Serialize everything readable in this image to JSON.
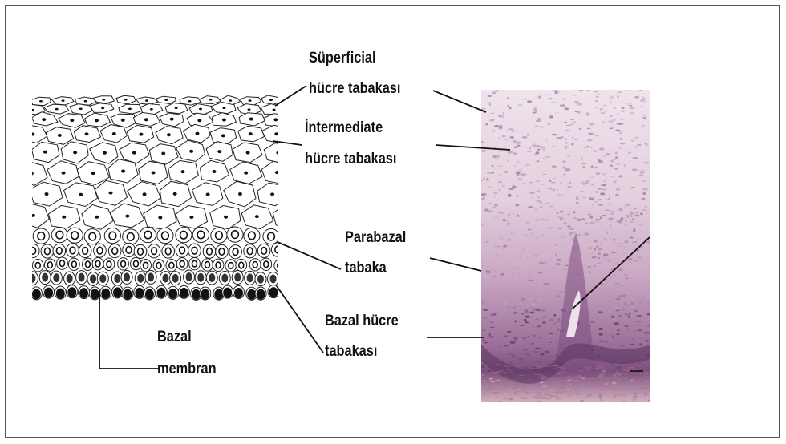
{
  "labels": {
    "superficial_line1": "Süperficial",
    "superficial_line2": "hücre tabakası",
    "intermediate_line1": "İntermediate",
    "intermediate_line2": "hücre tabakası",
    "parabazal_line1": "Parabazal",
    "parabazal_line2": "tabaka",
    "bazal_cell_line1": "Bazal hücre",
    "bazal_cell_line2": "tabakası",
    "bazal_membrane_line1": "Bazal",
    "bazal_membrane_line2": "membran"
  },
  "colors": {
    "border": "#555555",
    "text": "#111111",
    "stain_light": "#e9d6e2",
    "stain_dark": "#8a5a86"
  }
}
